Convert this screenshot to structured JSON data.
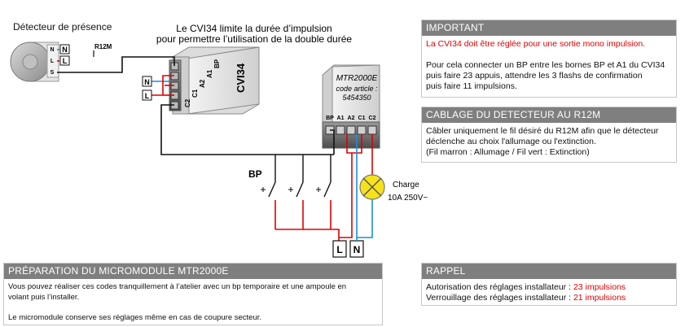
{
  "diagram": {
    "sensor_title": "Détecteur de présence",
    "sensor_terminals": [
      "N",
      "L",
      "S"
    ],
    "n_box": "N",
    "l_box": "L",
    "r12m_label": "R12M",
    "cvi34_caption_line1": "Le CVI34 limite la durée d’impulsion",
    "cvi34_caption_line2": "pour permettre l’utilisation de la double durée",
    "cvi34_name": "CVI34",
    "cvi34_terminals": [
      "BP",
      "A1",
      "A2",
      "C1",
      "C2"
    ],
    "cvi34_n_box": "N",
    "cvi34_l_box": "L",
    "mtr_name": "MTR2000E",
    "mtr_code_label": "code article :",
    "mtr_code": "5454350",
    "mtr_terminals": [
      "BP",
      "A1",
      "A2",
      "C1",
      "C2"
    ],
    "bp_label": "BP",
    "charge_label": "Charge",
    "charge_spec": "10A 250V~",
    "supply_l": "L",
    "supply_n": "N"
  },
  "important": {
    "title": "IMPORTANT",
    "line_red": "La CVI34 doit être réglée pour une sortie mono impulsion.",
    "line1": "Pour cela connecter un BP entre les bornes BP et A1 du CVI34",
    "line2": "puis faire 23 appuis, attendre les 3 flashs de confirmation",
    "line3": "puis faire 11 impulsions."
  },
  "cablage": {
    "title": "CABLAGE DU DETECTEUR AU R12M",
    "line1": "Câbler uniquement le fil désiré du R12M afin que le détecteur",
    "line2": "déclenche au choix l'allumage ou l'extinction.",
    "line3": "(Fil marron : Allumage / Fil vert : Extinction)"
  },
  "preparation": {
    "title": "PRÉPARATION DU MICROMODULE MTR2000E",
    "line1": "Vous pouvez réaliser ces codes tranquillement à l’atelier avec un bp temporaire et une ampoule en",
    "line2": "volant puis l’installer.",
    "line3": "Le micromodule conserve ses réglages même en cas de coupure secteur."
  },
  "rappel": {
    "title": "RAPPEL",
    "line1_label": "Autorisation des réglages installateur : ",
    "line1_value": "23 impulsions",
    "line2_label": "Verrouillage des réglages installateur : ",
    "line2_value": "21 impulsions"
  },
  "colors": {
    "wire_red": "#e00000",
    "wire_blue": "#1a8fd6",
    "wire_black": "#111111",
    "panel_header": "#7f7f7f",
    "lamp": "#f6e21b"
  }
}
